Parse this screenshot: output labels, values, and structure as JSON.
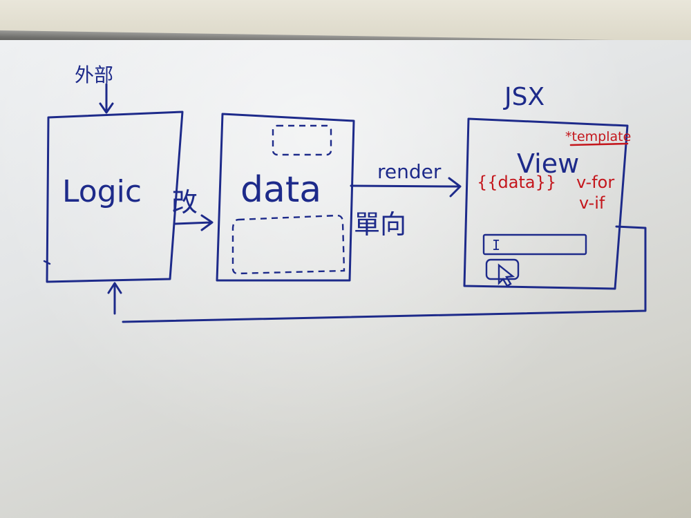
{
  "labels": {
    "external": "外部",
    "logic": "Logic",
    "change": "改",
    "data": "data",
    "render": "render",
    "one_way": "單向",
    "jsx": "JSX",
    "template": "*template",
    "view": "View",
    "binding": "{{data}}",
    "v_for": "v-for",
    "v_if": "v-if",
    "input_cursor": "I"
  },
  "colors": {
    "blue_ink": "#1d2a8a",
    "red_ink": "#c4161c"
  }
}
